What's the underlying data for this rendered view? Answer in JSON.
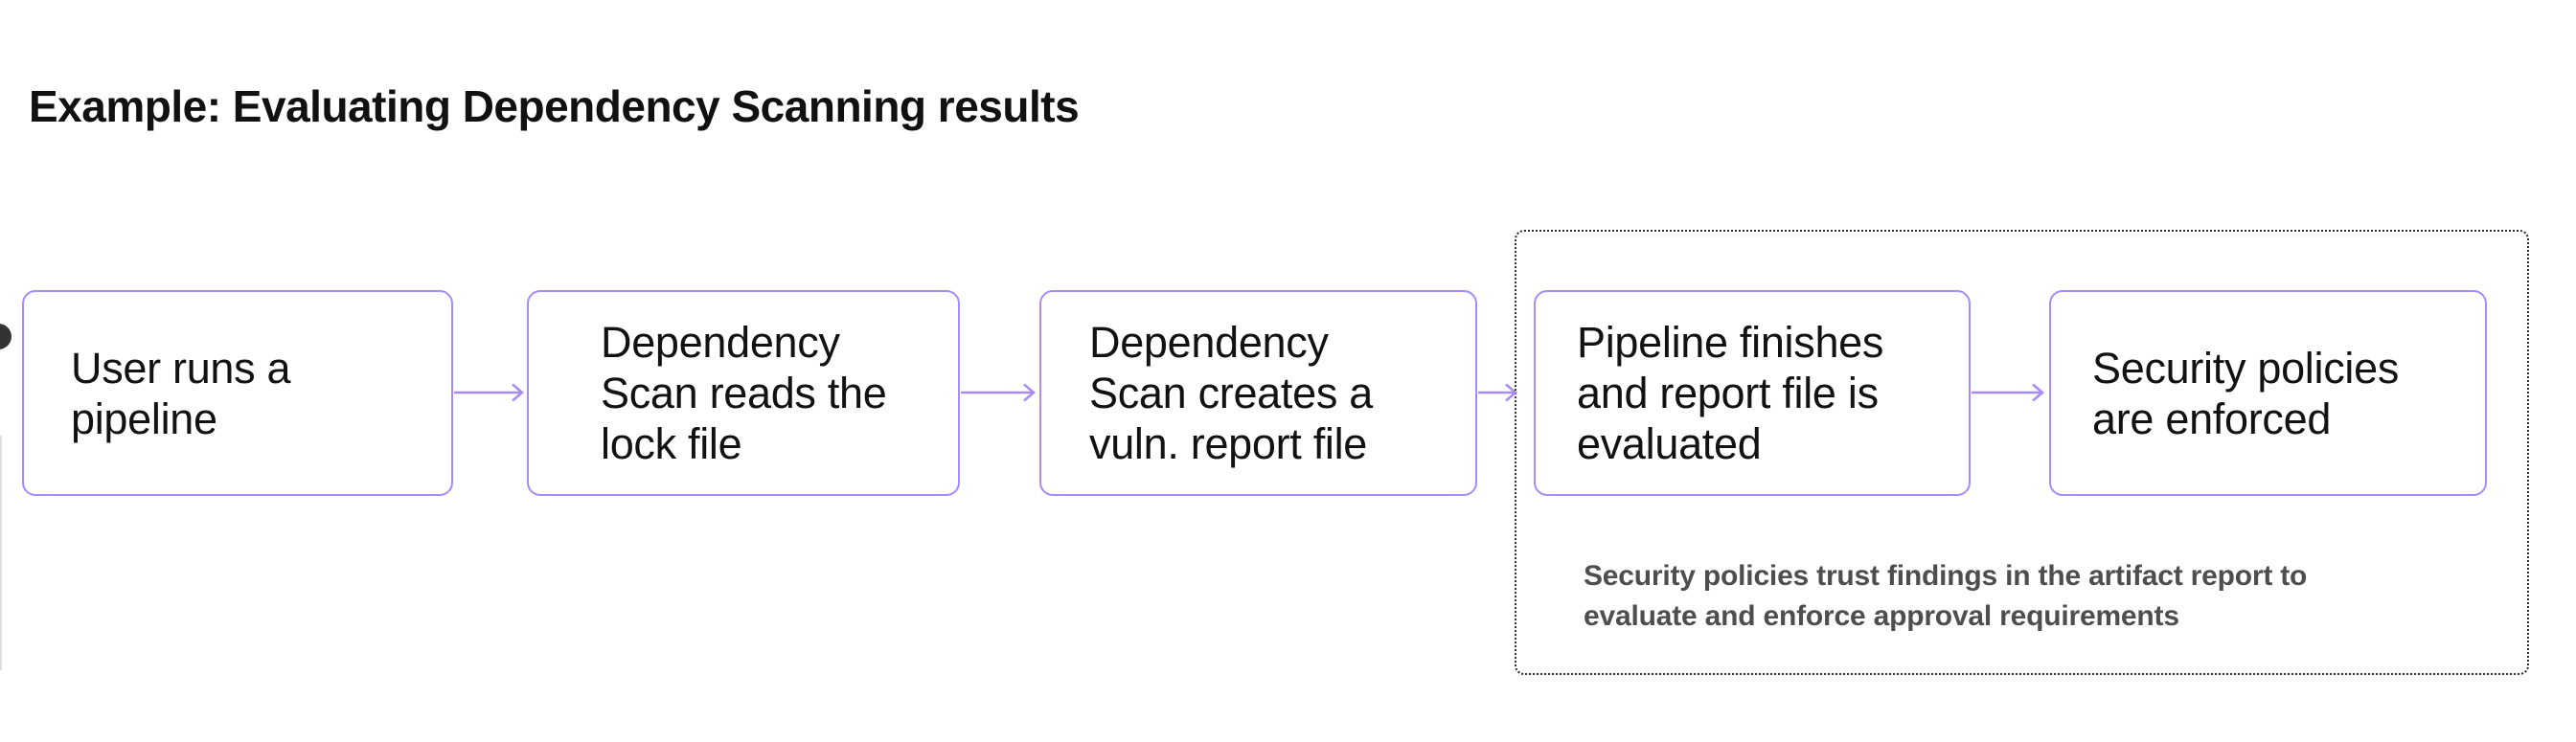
{
  "title": "Example: Evaluating Dependency Scanning results",
  "flow": {
    "boxes": [
      {
        "id": "step-1",
        "label": "User runs a\npipeline"
      },
      {
        "id": "step-2",
        "label": "Dependency\nScan reads the\nlock file"
      },
      {
        "id": "step-3",
        "label": "Dependency\nScan creates a\nvuln. report file"
      },
      {
        "id": "step-4",
        "label": "Pipeline finishes\nand report file is\nevaluated"
      },
      {
        "id": "step-5",
        "label": "Security policies\nare enforced"
      }
    ],
    "note": "Security policies trust findings in the artifact report to\nevaluate and enforce approval requirements"
  },
  "colors": {
    "accent_purple": "#a78bfa",
    "dotted_border": "#2d2d2d",
    "title_text": "#111111",
    "box_text": "#121212",
    "note_text": "#4e4e4e",
    "background": "#ffffff",
    "edge_circle": "#333333",
    "edge_line": "#e0e0e0"
  }
}
